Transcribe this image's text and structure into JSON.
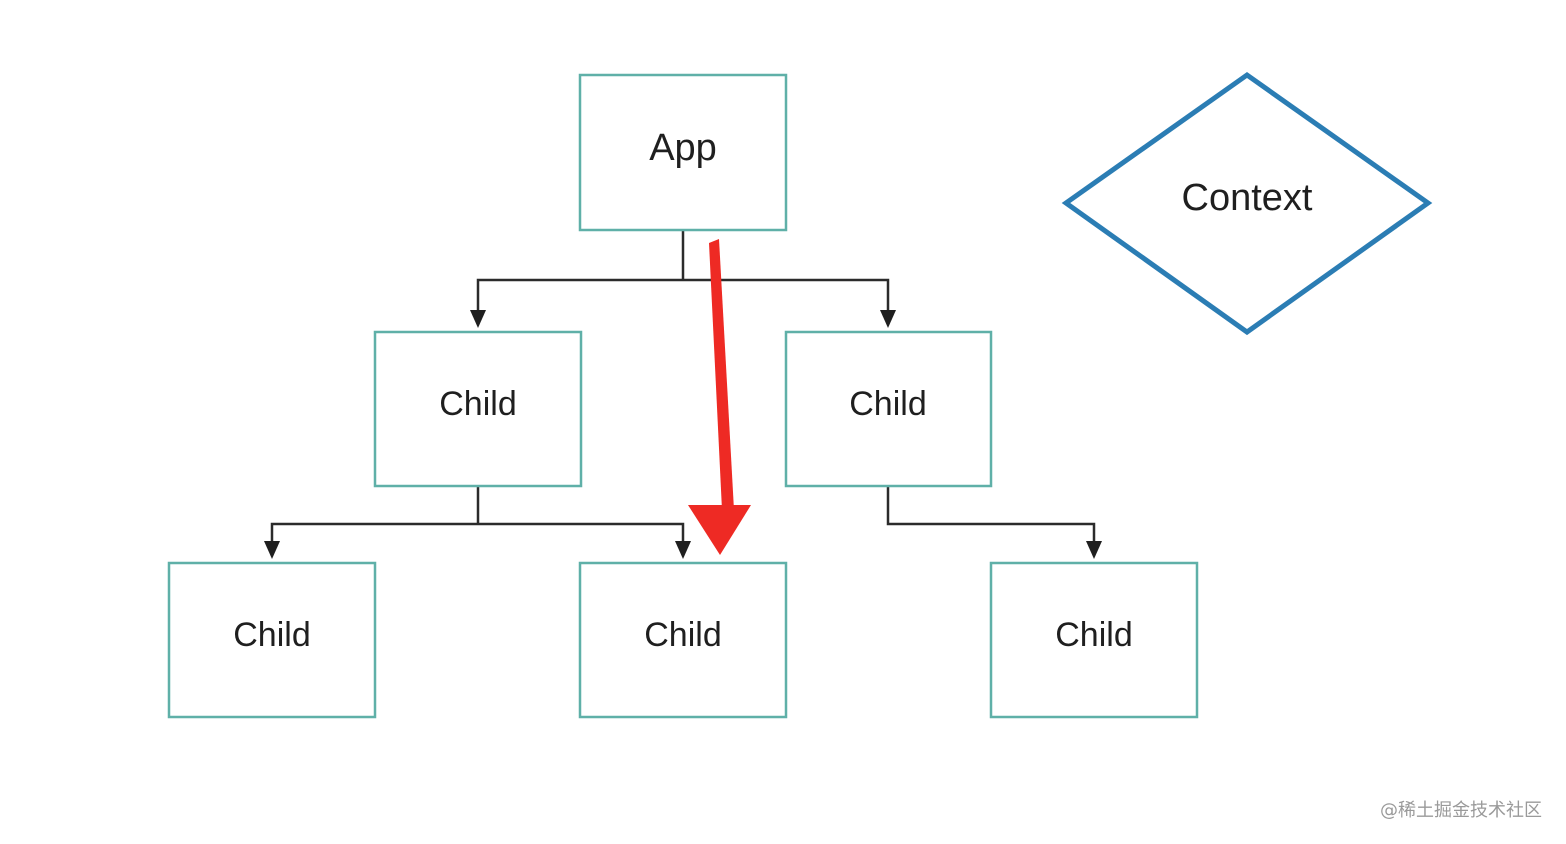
{
  "nodes": {
    "app": {
      "label": "App"
    },
    "child_left": {
      "label": "Child"
    },
    "child_right": {
      "label": "Child"
    },
    "grandchild_left": {
      "label": "Child"
    },
    "grandchild_middle": {
      "label": "Child"
    },
    "grandchild_right": {
      "label": "Child"
    }
  },
  "context": {
    "label": "Context"
  },
  "watermark": "@稀土掘金技术社区",
  "colors": {
    "node_border": "#5fb0a8",
    "context_border": "#2b7db4",
    "highlight_arrow": "#ee2a24",
    "connector": "#2b2b2b"
  }
}
